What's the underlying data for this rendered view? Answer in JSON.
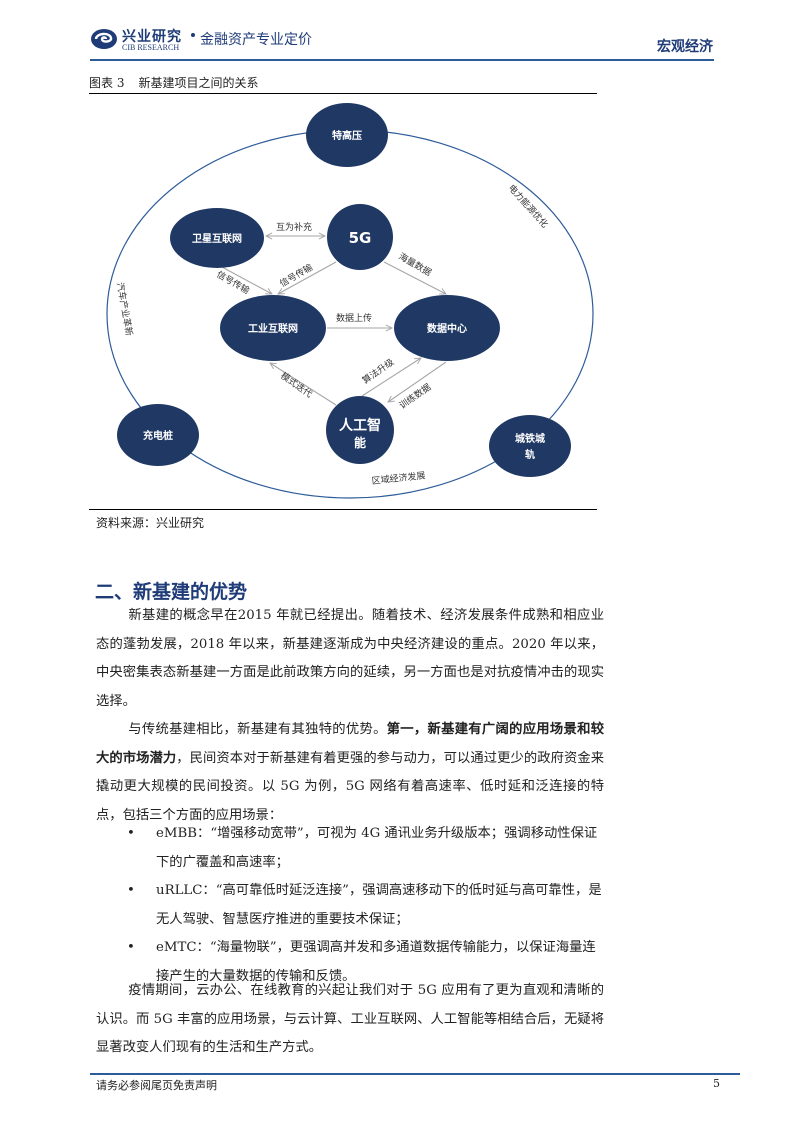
{
  "header": {
    "logo_icon": "cib-swirl-logo",
    "brand_cn": "兴业研究",
    "brand_en": "CIB RESEARCH",
    "subtitle": "金融资产专业定价",
    "category": "宏观经济"
  },
  "figure": {
    "number": "图表 3",
    "title": "新基建项目之间的关系",
    "source": "资料来源：兴业研究",
    "nodes": {
      "uhv": "特高压",
      "satellite": "卫星互联网",
      "fiveg": "5G",
      "industrial": "工业互联网",
      "datacenter": "数据中心",
      "ai_line1": "人工智",
      "ai_line2": "能",
      "charging": "充电桩",
      "rail_line1": "城铁城",
      "rail_line2": "轨"
    },
    "edges": {
      "satellite_5g": "互为补充",
      "satellite_industrial": "信号传输",
      "fiveg_industrial": "信号传输",
      "fiveg_datacenter": "海量数据",
      "industrial_datacenter": "数据上传",
      "ai_industrial": "模式迭代",
      "ai_datacenter": "算法升级",
      "datacenter_ai": "训练数据"
    },
    "ring_labels": {
      "right": "电力能源优化",
      "left": "汽车产业革新",
      "bottom": "区域经济发展"
    },
    "colors": {
      "node_fill": "#203864",
      "ring_stroke": "#2e5c9a",
      "arrow_stroke": "#a6a6a6"
    }
  },
  "section": {
    "title": "二、新基建的优势"
  },
  "paragraphs": {
    "p1": "新基建的概念早在2015 年就已经提出。随着技术、经济发展条件成熟和相应业态的蓬勃发展，2018 年以来，新基建逐渐成为中央经济建设的重点。2020 年以来，中央密集表态新基建一方面是此前政策方向的延续，另一方面也是对抗疫情冲击的现实选择。",
    "p2_before": "与传统基建相比，新基建有其独特的优势。",
    "p2_bold": "第一，新基建有广阔的应用场景和较大的市场潜力",
    "p2_after": "，民间资本对于新基建有着更强的参与动力，可以通过更少的政府资金来撬动更大规模的民间投资。以 5G 为例，5G 网络有着高速率、低时延和泛连接的特点，包括三个方面的应用场景：",
    "p3": "疫情期间，云办公、在线教育的兴起让我们对于 5G 应用有了更为直观和清晰的认识。而 5G 丰富的应用场景，与云计算、工业互联网、人工智能等相结合后，无疑将显著改变人们现有的生活和生产方式。"
  },
  "bullets": [
    {
      "marker": "•",
      "text": "eMBB：“增强移动宽带”，可视为 4G 通讯业务升级版本；强调移动性保证下的广覆盖和高速率；"
    },
    {
      "marker": "•",
      "text": "uRLLC：“高可靠低时延泛连接”，强调高速移动下的低时延与高可靠性，是无人驾驶、智慧医疗推进的重要技术保证；"
    },
    {
      "marker": "•",
      "text": "eMTC：“海量物联”，更强调高并发和多通道数据传输能力，以保证海量连接产生的大量数据的传输和反馈。"
    }
  ],
  "footer": {
    "disclaimer": "请务必参阅尾页免责声明",
    "page_number": "5"
  }
}
